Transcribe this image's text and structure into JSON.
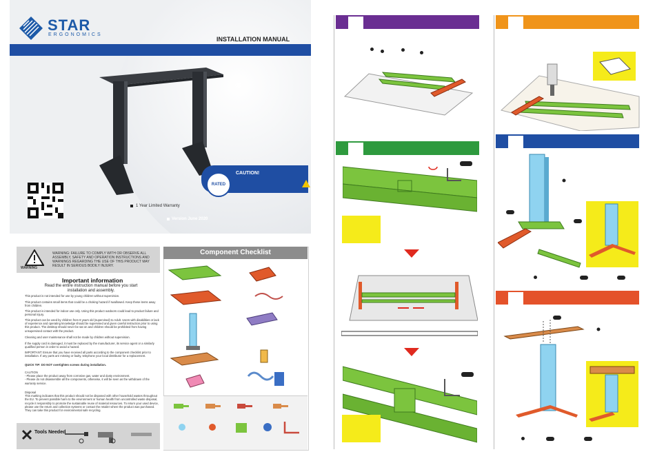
{
  "cover": {
    "brand": "STAR",
    "brand_sub": "ERGONOMICS",
    "manual_title": "INSTALLATION MANUAL",
    "caution_title": "CAUTION!",
    "rated_label": "RATED",
    "warranty": "1 Year Limited Warranty",
    "version": "Version June 2020",
    "colors": {
      "brand_blue": "#1f4ea3",
      "warning_yellow": "#f2c400"
    }
  },
  "document": {
    "warning_label": "WARNING",
    "warning_text": "WARNING: FAILURE TO COMPLY WITH OR OBSERVE ALL ASSEMBLY, SAFETY AND OPERATION INSTRUCTIONS AND WARNINGS REGARDING THE USE OF THIS PRODUCT MAY RESULT IN SERIOUS BODILY INJURY.",
    "info_title": "Important information",
    "info_subtitle": "Read the entire instruction manual before you start installation and assembly.",
    "paragraphs": [
      "This product is not intended for use by young children without supervision.",
      "This product contains small items that could be a choking hazard if swallowed. Keep these items away from children.",
      "This product is intended for indoor use only. Using this product outdoors could lead to product failure and personal injury.",
      "This product can be used by children from 8 years old (supervised) to Adult. Users with disabilities or lack of experience and operating knowledge should be supervised and given careful instruction prior to using this product. The desktop should never be sat on and children should be prohibited from having unsupervised contact with the product.",
      "Cleaning and user maintenance shall not be made by children without supervision.",
      "If the supply cord is damaged, it must be replaced by the manufacturer, its service agent or a similarly qualified person in order to avoid a hazard.",
      "IMPORTANT: Ensure that you have received all parts according to the component checklist prior to installation. If any parts are missing or faulty, telephone your local distributor for a replacement.",
      "QUICK TIP: DO NOT overtighten screws during installation.",
      "CAUTION\n- Please place the product away from corrosive gas, water and dusty environment.\n- Please do not disassemble all the components, otherwise, it will be seen as the withdrawn of the warranty service.",
      "Disposal\nThis marking indicates that this product should not be disposed with other household wastes throughout the EU. To prevent possible harm to the environment or human health from uncontrolled waste disposal, recycle it responsibly to promote the sustainable reuse of material resources. To return your used device, please use the return and collection systems or contact the retailer where the product was purchased. They can take this product for environmental safe recycling."
    ],
    "tools_label": "Tools Needed"
  },
  "checklist": {
    "title": "Component Checklist"
  }
}
